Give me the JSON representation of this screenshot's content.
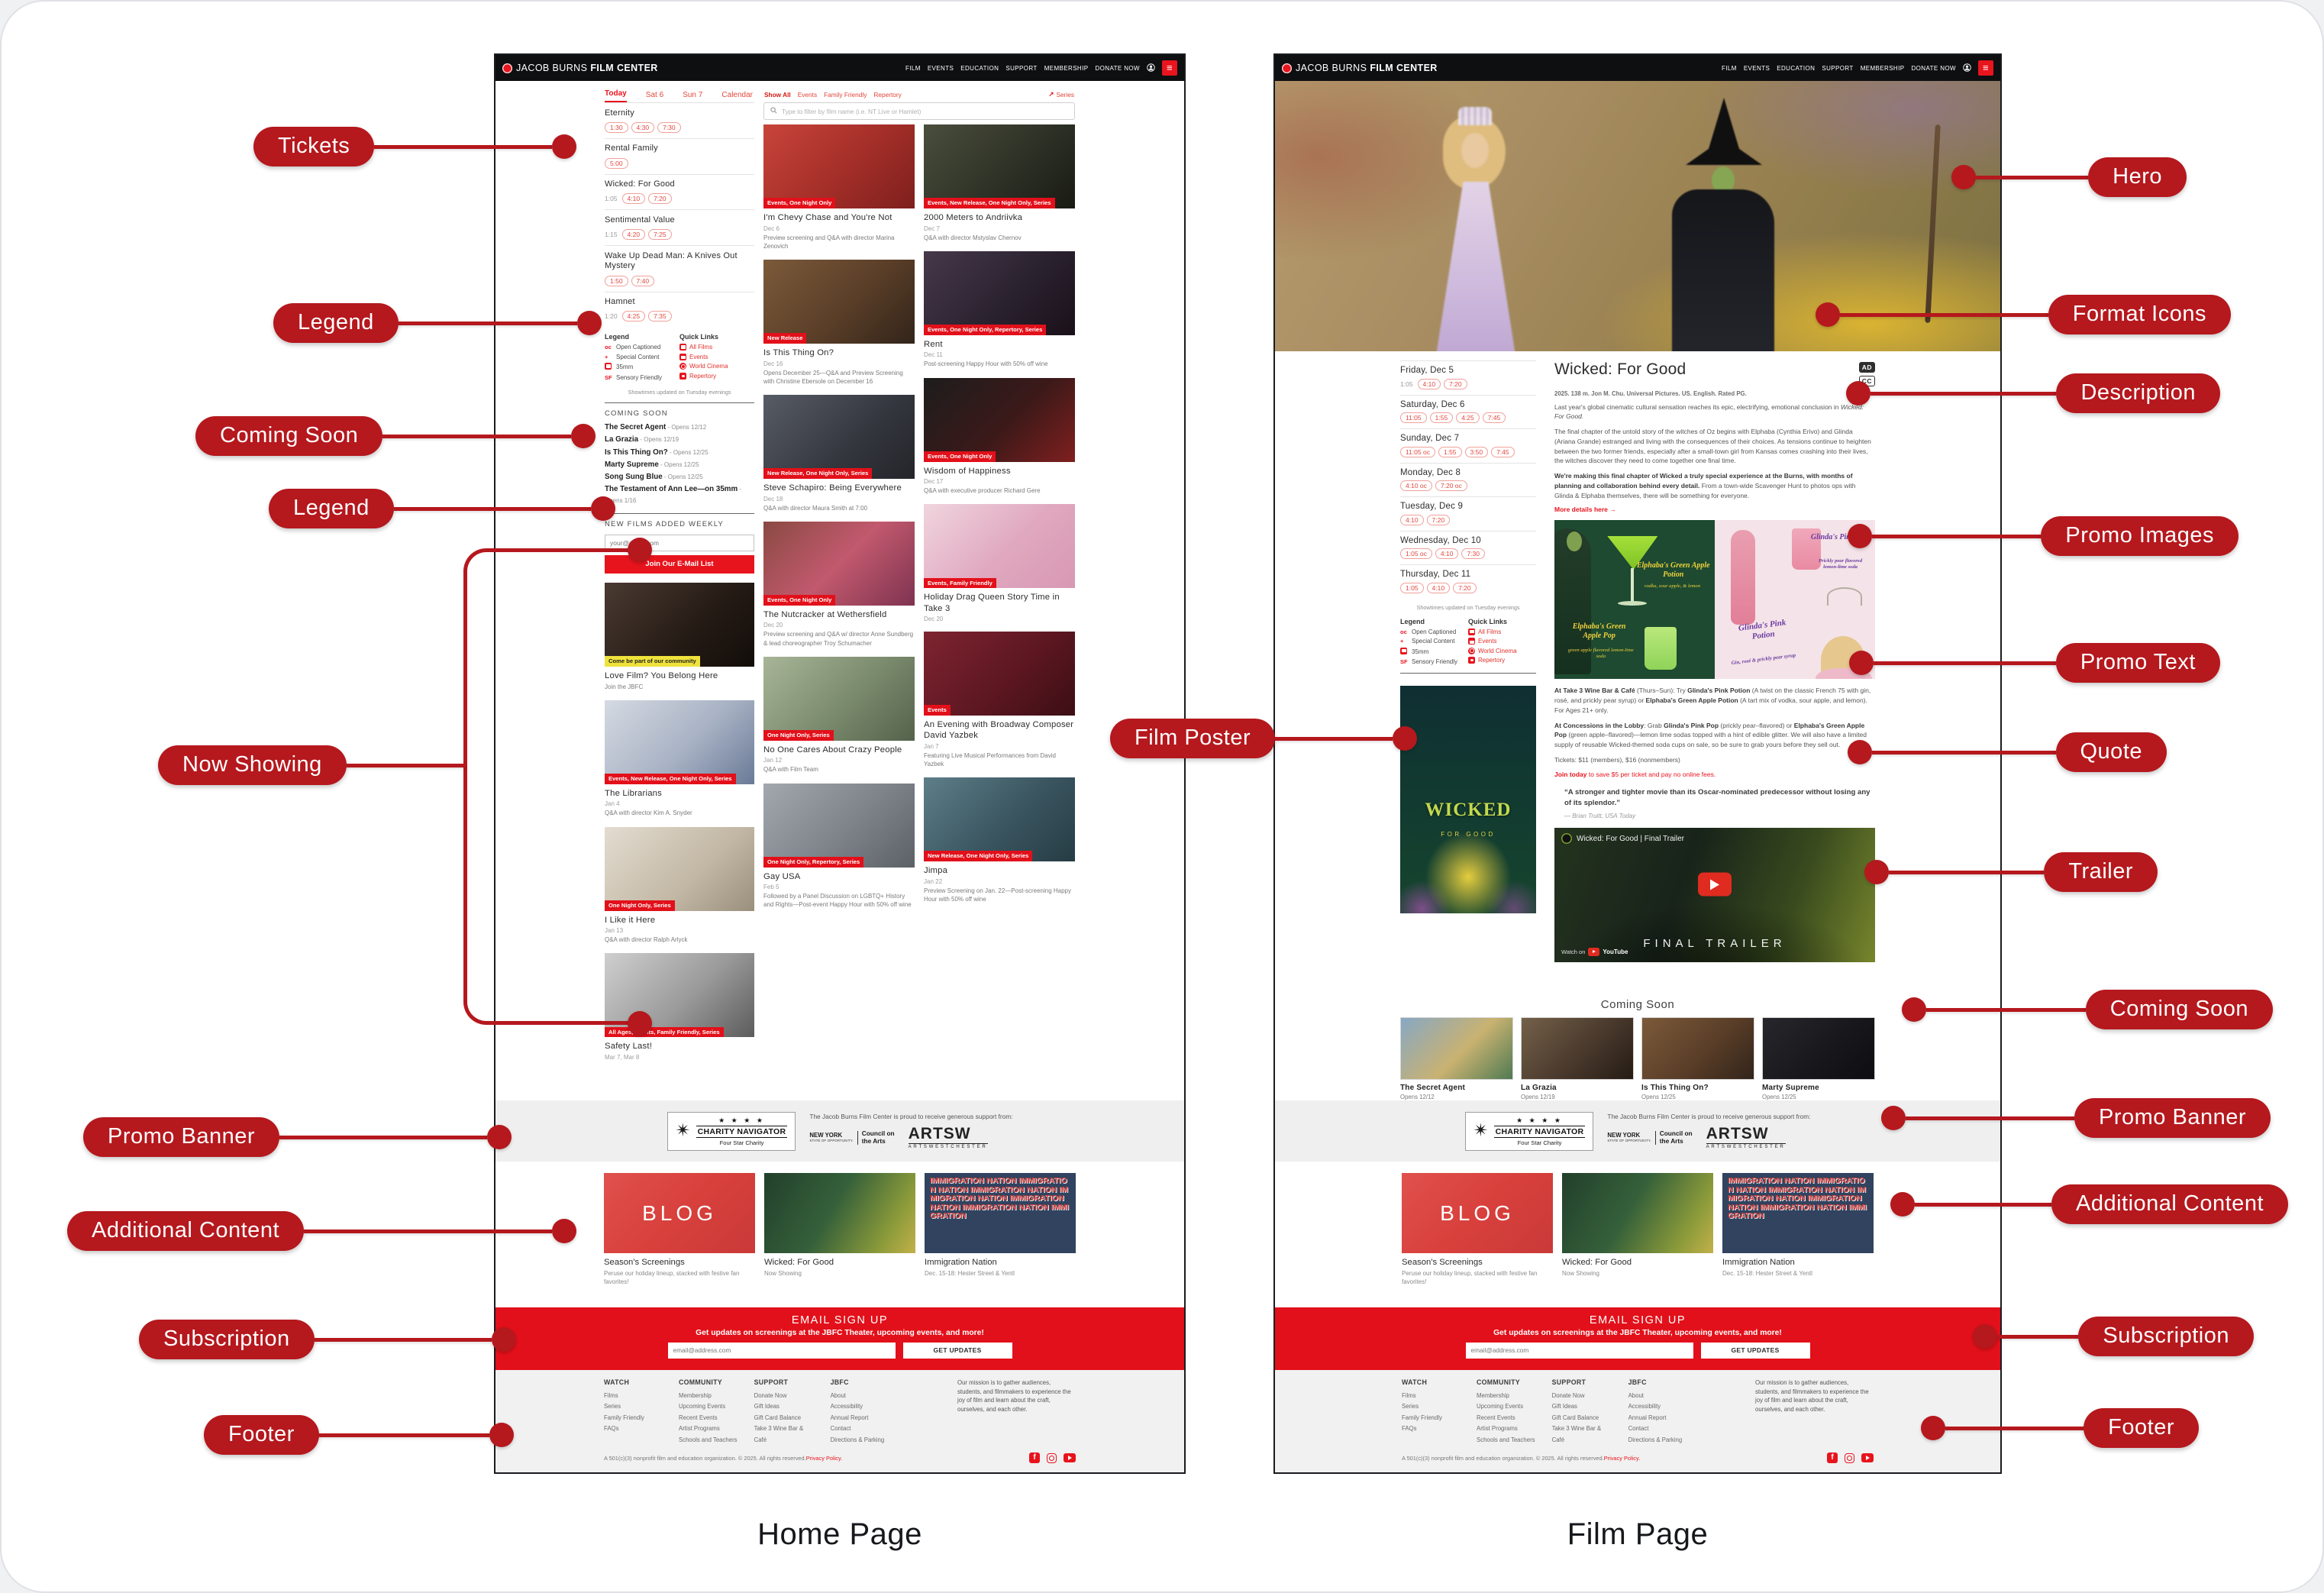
{
  "colors": {
    "site_red": "#e2101a",
    "nav_black": "#0e0f11",
    "callout_red": "#b5181d",
    "pill_border": "#f0a19b",
    "pill_text": "#e2473e",
    "tag_yellow": "#efe23b"
  },
  "captions": {
    "home": "Home Page",
    "film": "Film Page"
  },
  "ann": {
    "tickets": "Tickets",
    "legend1": "Legend",
    "coming_soon": "Coming Soon",
    "legend2": "Legend",
    "now_showing": "Now Showing",
    "promo_banner_l": "Promo Banner",
    "additional_l": "Additional Content",
    "subscription_l": "Subscription",
    "footer_l": "Footer",
    "hero": "Hero",
    "format_icons": "Format Icons",
    "description": "Description",
    "promo_images": "Promo Images",
    "promo_text": "Promo Text",
    "quote": "Quote",
    "trailer": "Trailer",
    "coming_soon_r": "Coming Soon",
    "promo_banner_r": "Promo Banner",
    "additional_r": "Additional Content",
    "subscription_r": "Subscription",
    "footer_r": "Footer",
    "film_poster": "Film Poster"
  },
  "nav": {
    "brand_light": "JACOB BURNS",
    "brand_bold": "FILM CENTER",
    "links": [
      "FILM",
      "EVENTS",
      "EDUCATION",
      "SUPPORT",
      "MEMBERSHIP",
      "DONATE NOW"
    ],
    "menu_glyph": "≡"
  },
  "home": {
    "tabs": [
      "Today",
      "Sat 6",
      "Sun 7",
      "Calendar"
    ],
    "showtimes": [
      {
        "title": "Eternity",
        "t0": "1:30",
        "t1": "4:30",
        "t2": "7:30"
      },
      {
        "title": "Rental Family",
        "t0": "5:00"
      },
      {
        "title": "Wicked: For Good",
        "past": "1:05",
        "t0": "4:10",
        "t1": "7:20"
      },
      {
        "title": "Sentimental Value",
        "past": "1:15",
        "t0": "4:20",
        "t1": "7:25"
      },
      {
        "title": "Wake Up Dead Man: A Knives Out Mystery",
        "t0": "1:50",
        "t1": "7:40"
      },
      {
        "title": "Hamnet",
        "past": "1:20",
        "t0": "4:25",
        "t1": "7:35"
      }
    ],
    "coming_soon": {
      "title": "COMING SOON",
      "items": [
        {
          "name": "The Secret Agent",
          "opens": " - Opens 12/12"
        },
        {
          "name": "La Grazia",
          "opens": " - Opens 12/19"
        },
        {
          "name": "Is This Thing On?",
          "opens": " - Opens 12/25"
        },
        {
          "name": "Marty Supreme",
          "opens": " - Opens 12/25"
        },
        {
          "name": "Song Sung Blue",
          "opens": " - Opens 12/25"
        },
        {
          "name": "The Testament of Ann Lee—on 35mm",
          "opens": " - Opens 1/16"
        }
      ]
    },
    "newsletter": {
      "title": "NEW FILMS ADDED WEEKLY",
      "placeholder": "your@email.com",
      "button": "Join Our E-Mail List"
    },
    "filters": [
      "Show All",
      "Events",
      "Family Friendly",
      "Repertory"
    ],
    "series_link": "Series",
    "series_ext": "↗",
    "search_placeholder": "Type to filter by film name (i.e. NT Live or Hamlet)",
    "side_cards": [
      {
        "tag": "Come be part of our community",
        "title": "Love Film? You Belong Here",
        "desc": "Join the JBFC"
      },
      {
        "tag": "Events, New Release, One Night Only, Series",
        "title": "The Librarians",
        "date": "Jan 4",
        "desc": "Q&A with director Kim A. Snyder"
      },
      {
        "tag": "One Night Only, Series",
        "title": "I Like it Here",
        "date": "Jan 13",
        "desc": "Q&A with director Ralph Arlyck"
      },
      {
        "tag": "All Ages, Events, Family Friendly, Series",
        "title": "Safety Last!",
        "date": "Mar 7, Mar 8"
      }
    ],
    "grid_a": [
      {
        "tag": "Events, One Night Only",
        "title": "I'm Chevy Chase and You're Not",
        "date": "Dec 6",
        "desc": "Preview screening and Q&A with director Marina Zenovich"
      },
      {
        "tag": "New Release",
        "title": "Is This Thing On?",
        "date": "Dec 16",
        "desc": "Opens December 25—Q&A and Preview Screening with Christine Ebersole on December 16"
      },
      {
        "tag": "New Release, One Night Only, Series",
        "title": "Steve Schapiro: Being Everywhere",
        "date": "Dec 18",
        "desc": "Q&A with director Maura Smith at 7:00"
      },
      {
        "tag": "Events, One Night Only",
        "title": "The Nutcracker at Wethersfield",
        "date": "Dec 20",
        "desc": "Preview screening and Q&A w/ director Anne Sundberg & lead choreographer Troy Schumacher"
      },
      {
        "tag": "One Night Only, Series",
        "title": "No One Cares About Crazy People",
        "date": "Jan 12",
        "desc": "Q&A with Film Team"
      },
      {
        "tag": "One Night Only, Repertory, Series",
        "title": "Gay USA",
        "date": "Feb 5",
        "desc": "Followed by a Panel Discussion on LGBTQ+ History and Rights—Post-event Happy Hour with 50% off wine"
      }
    ],
    "grid_b": [
      {
        "tag": "Events, New Release, One Night Only, Series",
        "title": "2000 Meters to Andriivka",
        "date": "Dec 7",
        "desc": "Q&A with director Mstyslav Chernov"
      },
      {
        "tag": "Events, One Night Only, Repertory, Series",
        "title": "Rent",
        "date": "Dec 11",
        "desc": "Post-screening Happy Hour with 50% off wine"
      },
      {
        "tag": "Events, One Night Only",
        "title": "Wisdom of Happiness",
        "date": "Dec 17",
        "desc": "Q&A with executive producer Richard Gere"
      },
      {
        "tag": "Events, Family Friendly",
        "title": "Holiday Drag Queen Story Time in Take 3",
        "date": "Dec 20",
        "desc": ""
      },
      {
        "tag": "Events",
        "title": "An Evening with Broadway Composer David Yazbek",
        "date": "Jan 7",
        "desc": "Featuring Live Musical Performances from David Yazbek"
      },
      {
        "tag": "New Release, One Night Only, Series",
        "title": "Jimpa",
        "date": "Jan 22",
        "desc": "Preview Screening on Jan. 22—Post-screening Happy Hour with 50% off wine"
      }
    ]
  },
  "shared": {
    "legend": {
      "title": "Legend",
      "i0": {
        "ic": "oc",
        "label": "Open Captioned"
      },
      "i1": {
        "ic": "+",
        "label": "Special Content"
      },
      "i2": {
        "label": "35mm"
      },
      "i3": {
        "ic": "SF",
        "label": "Sensory Friendly"
      }
    },
    "quick_links": {
      "title": "Quick Links",
      "l0": "All Films",
      "l1": "Events",
      "l2": "World Cinema",
      "l3": "Repertory"
    },
    "showtimes_note": "Showtimes updated on Tuesday evenings",
    "support_strip": {
      "text": "The Jacob Burns Film Center is proud to receive generous support from:",
      "compass_glyph": "✴",
      "charity_stars": "★ ★ ★ ★",
      "charity_name": "CHARITY NAVIGATOR",
      "charity_sub": "Four Star Charity",
      "ny1": "NEW YORK",
      "ny2": "STATE OF OPPORTUNITY.",
      "ny3": "Council on",
      "ny4": "the Arts",
      "artsw": "ARTSW",
      "artsw_sub": "ARTSWESTCHESTER"
    },
    "blog": [
      {
        "img_text": "BLOG",
        "title": "Season's Screenings",
        "desc": "Peruse our holiday lineup, stacked with festive fan favorites!"
      },
      {
        "title": "Wicked: For Good",
        "desc": "Now Showing"
      },
      {
        "title": "Immigration Nation",
        "desc": "Dec. 15-18: Hester Street & Yentl",
        "art_text": "IMMIGRATION NATION IMMIGRATION NATION IMMIGRATION NATION IMMIGRATION NATION IMMIGRATION NATION IMMIGRATION NATION IMMIGRATION"
      }
    ],
    "email": {
      "title": "EMAIL SIGN UP",
      "subtitle": "Get updates on screenings at the JBFC Theater, upcoming events, and more!",
      "placeholder": "email@address.com",
      "button": "GET UPDATES"
    },
    "footer": {
      "c0h": "WATCH",
      "c0": [
        "Films",
        "Series",
        "Family Friendly",
        "FAQs"
      ],
      "c1h": "COMMUNITY",
      "c1": [
        "Membership",
        "Upcoming Events",
        "Recent Events",
        "Artist Programs",
        "Schools and Teachers"
      ],
      "c2h": "SUPPORT",
      "c2": [
        "Donate Now",
        "Gift Ideas",
        "Gift Card Balance",
        "Take 3 Wine Bar & Café"
      ],
      "c3h": "JBFC",
      "c3": [
        "About",
        "Accessibility",
        "Annual Report",
        "Contact",
        "Directions & Parking"
      ],
      "mission": "Our mission is to gather audiences, students, and filmmakers to experience the joy of film and learn about the craft, ourselves, and each other.",
      "legal": "A 501(c)(3) nonprofit film and education organization. © 2025. All rights reserved. ",
      "privacy": "Privacy Policy.",
      "fb_glyph": "f"
    }
  },
  "film": {
    "days": [
      {
        "day": "Friday, Dec 5",
        "past": "1:05",
        "t0": "4:10",
        "t1": "7:20"
      },
      {
        "day": "Saturday, Dec 6",
        "t0": "11:05",
        "t1": "1:55",
        "t2": "4:25",
        "t3": "7:45"
      },
      {
        "day": "Sunday, Dec 7",
        "t0": "11:05 oc",
        "t1": "1:55",
        "t2": "3:50",
        "t3": "7:45"
      },
      {
        "day": "Monday, Dec 8",
        "t0": "4:10 oc",
        "t1": "7:20 oc"
      },
      {
        "day": "Tuesday, Dec 9",
        "t0": "4:10",
        "t1": "7:20"
      },
      {
        "day": "Wednesday, Dec 10",
        "t0": "1:05 oc",
        "t1": "4:10",
        "t2": "7:30"
      },
      {
        "day": "Thursday, Dec 11",
        "t0": "1:05",
        "t1": "4:10",
        "t2": "7:20"
      }
    ],
    "poster_title": "WICKED",
    "poster_sub": "FOR GOOD",
    "title": "Wicked: For Good",
    "ad": "AD",
    "cc": "CC",
    "meta": "2025. 138 m. Jon M. Chu. Universal Pictures. US. English. Rated PG.",
    "p1a": "Last year's global cinematic cultural sensation reaches its epic, electrifying, emotional conclusion in ",
    "p1b": "Wicked: For Good.",
    "p2": "The final chapter of the untold story of the witches of Oz begins with Elphaba (Cynthia Erivo) and Glinda (Ariana Grande) estranged and living with the consequences of their choices. As tensions continue to heighten between the two former friends, especially after a small-town girl from Kansas comes crashing into their lives, the witches discover they need to come together one final time.",
    "p3a": "We're making this final chapter of Wicked a truly special experience at the Burns, with months of planning and collaboration behind every detail.",
    "p3b": " From a town-wide Scavenger Hunt to photos ops with Glinda & Elphaba themselves, there will be something for everyone.",
    "more": "More details here →",
    "promo_images": {
      "left_title": "Elphaba's Green Apple Potion",
      "left_sub": "vodka, sour apple, & lemon",
      "left_title2": "Elphaba's Green Apple Pop",
      "left_sub2": "green apple flavored lemon-lime soda",
      "right_title": "Glinda's Pink Pop",
      "right_sub": "Prickly pear flavored lemon-lime soda",
      "right_title2": "Glinda's Pink Potion",
      "right_sub2": "Gin, rosé & prickly pear syrup"
    },
    "promo": {
      "p1a": "At Take 3 Wine Bar & Café",
      "p1b": " (Thurs–Sun): Try ",
      "p1c": "Glinda's Pink Potion",
      "p1d": " (A twist on the classic French 75 with gin, rosé, and prickly pear syrup) or ",
      "p1e": "Elphaba's Green Apple Potion",
      "p1f": " (A tart mix of vodka, sour apple, and lemon). For Ages 21+ only.",
      "p2a": "At Concessions in the Lobby",
      "p2b": ": Grab ",
      "p2c": "Glinda's Pink Pop",
      "p2d": " (prickly pear–flavored) or ",
      "p2e": "Elphaba's Green Apple Pop",
      "p2f": " (green apple–flavored)—lemon lime sodas topped with a hint of edible glitter. We will also have a limited supply of reusable Wicked-themed soda cups on sale, so be sure to grab yours before they sell out.",
      "tickets": "Tickets: $11 (members), $16 (nonmembers)",
      "join_a": "Join today",
      "join_b": " to save $5 per ticket and pay no online fees."
    },
    "quote": "“A stronger and tighter movie than its Oscar-nominated predecessor without losing any of its splendor.”",
    "quote_attr": "—  Brian Truitt, USA Today",
    "trailer": {
      "title": "Wicked: For Good | Final Trailer",
      "watch": "Watch on",
      "yt": "YouTube",
      "big": "FINAL TRAILER"
    },
    "coming": {
      "title": "Coming Soon",
      "items": [
        {
          "title": "The Secret Agent",
          "opens": "Opens 12/12"
        },
        {
          "title": "La Grazia",
          "opens": "Opens 12/19"
        },
        {
          "title": "Is This Thing On?",
          "opens": "Opens 12/25"
        },
        {
          "title": "Marty Supreme",
          "opens": "Opens 12/25"
        }
      ]
    }
  },
  "art": {
    "chevy": "background:linear-gradient(135deg,#c8443a,#a32e28 55%,#7e1f1d)",
    "thingon": "background:linear-gradient(135deg,#7c5a3a,#5a3e28 55%,#32241a)",
    "schapiro": "background:linear-gradient(135deg,#585c66,#33363d 60%,#23252a)",
    "nutcracker": "background:linear-gradient(135deg,#8a4a42,#c2596e 50%,#7e3350)",
    "crazy": "background:linear-gradient(135deg,#a8b598,#7a8a6c 55%,#55624c)",
    "gayusa": "background:linear-gradient(135deg,#a2a8ae,#7d8389 55%,#5b6167)",
    "m2000": "background:linear-gradient(135deg,#4a4e3c,#2c2f24 60%,#191b14)",
    "rent": "background:linear-gradient(135deg,#46394a,#2b2230 55%,#191019)",
    "wisdom": "background:linear-gradient(135deg,#1d1d1d,#3c1919 55%,#801f1f)",
    "drag": "background:linear-gradient(135deg,#f0d5de,#e0a8bf 55%,#d898b4)",
    "yazbek": "background:linear-gradient(135deg,#7e2430,#5a1620 60%,#3c0e14)",
    "jimpa": "background:linear-gradient(135deg,#5d7e88,#3a5560 55%,#263c44)",
    "love": "background:linear-gradient(135deg,#4a3a32,#241a14 60%,#120d0a)",
    "librarians": "background:linear-gradient(135deg,#d5dae2,#a8b2c4 55%,#6a7a97)",
    "ilike": "background:linear-gradient(135deg,#e3dcd0,#c2b7a4 60%,#9a8f7c)",
    "safety": "background:linear-gradient(135deg,#cfcfcf,#9a9a9a 55%,#5c5c5c)",
    "blogwicked": "background:linear-gradient(120deg,#22402b,#35603a 45%,#8a9a3a 80%,#c2b14a 100%)",
    "secret": "background:linear-gradient(135deg,#87a8c4,#c9b271 55%,#4f7a52)",
    "grazia": "background:linear-gradient(135deg,#746049,#46362a 60%,#241b14)",
    "marty": "background:linear-gradient(135deg,#26262c,#17171b 60%,#0e0e12)"
  }
}
